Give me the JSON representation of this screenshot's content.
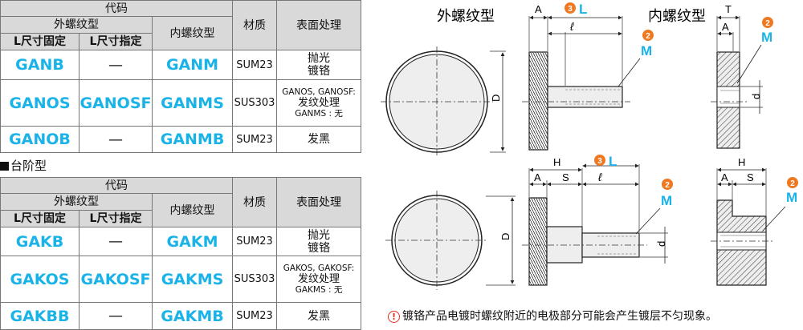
{
  "flat_table": {
    "header": {
      "code": "代码",
      "external": "外螺纹型",
      "l_fixed": "L尺寸固定",
      "l_specified": "L尺寸指定",
      "internal": "内螺纹型",
      "material": "材质",
      "surface": "表面处理"
    },
    "rows": [
      {
        "l_fixed": "GANB",
        "l_specified": "—",
        "internal": "GANM",
        "material": "SUM23",
        "surface_1": "抛光",
        "surface_2": "镀铬",
        "surface_3": ""
      },
      {
        "l_fixed": "GANOS",
        "l_specified": "GANOSF",
        "internal": "GANMS",
        "material": "SUS303",
        "surface_1": "GANOS, GANOSF:",
        "surface_2": "发纹处理",
        "surface_3": "GANMS : 无"
      },
      {
        "l_fixed": "GANOB",
        "l_specified": "—",
        "internal": "GANMB",
        "material": "SUM23",
        "surface_1": "发黑",
        "surface_2": "",
        "surface_3": ""
      }
    ]
  },
  "step_section_label": "台阶型",
  "step_table": {
    "header": {
      "code": "代码",
      "external": "外螺纹型",
      "l_fixed": "L尺寸固定",
      "l_specified": "L尺寸指定",
      "internal": "内螺纹型",
      "material": "材质",
      "surface": "表面处理"
    },
    "rows": [
      {
        "l_fixed": "GAKB",
        "l_specified": "—",
        "internal": "GAKM",
        "material": "SUM23",
        "surface_1": "抛光",
        "surface_2": "镀铬",
        "surface_3": ""
      },
      {
        "l_fixed": "GAKOS",
        "l_specified": "GAKOSF",
        "internal": "GAKMS",
        "material": "SUS303",
        "surface_1": "GAKOS, GAKOSF:",
        "surface_2": "发纹处理",
        "surface_3": "GAKMS : 无"
      },
      {
        "l_fixed": "GAKBB",
        "l_specified": "—",
        "internal": "GAKMB",
        "material": "SUM23",
        "surface_1": "发黑",
        "surface_2": "",
        "surface_3": ""
      }
    ]
  },
  "drawings": {
    "external_title": "外螺纹型",
    "internal_title": "内螺纹型",
    "dim_A": "A",
    "dim_L": "L",
    "dim_l": "ℓ",
    "dim_M": "M",
    "dim_D": "D",
    "dim_T": "T",
    "dim_d": "d",
    "dim_H": "H",
    "dim_S": "S",
    "badge_L": "3",
    "badge_M": "2"
  },
  "note_text": "镀铬产品电镀时螺纹附近的电极部分可能会产生镀层不匀现象。",
  "colors": {
    "code_blue": "#1ab3e8",
    "badge_orange": "#f07820",
    "header_gray": "#d9d9d9",
    "warn_red": "#e03020"
  }
}
